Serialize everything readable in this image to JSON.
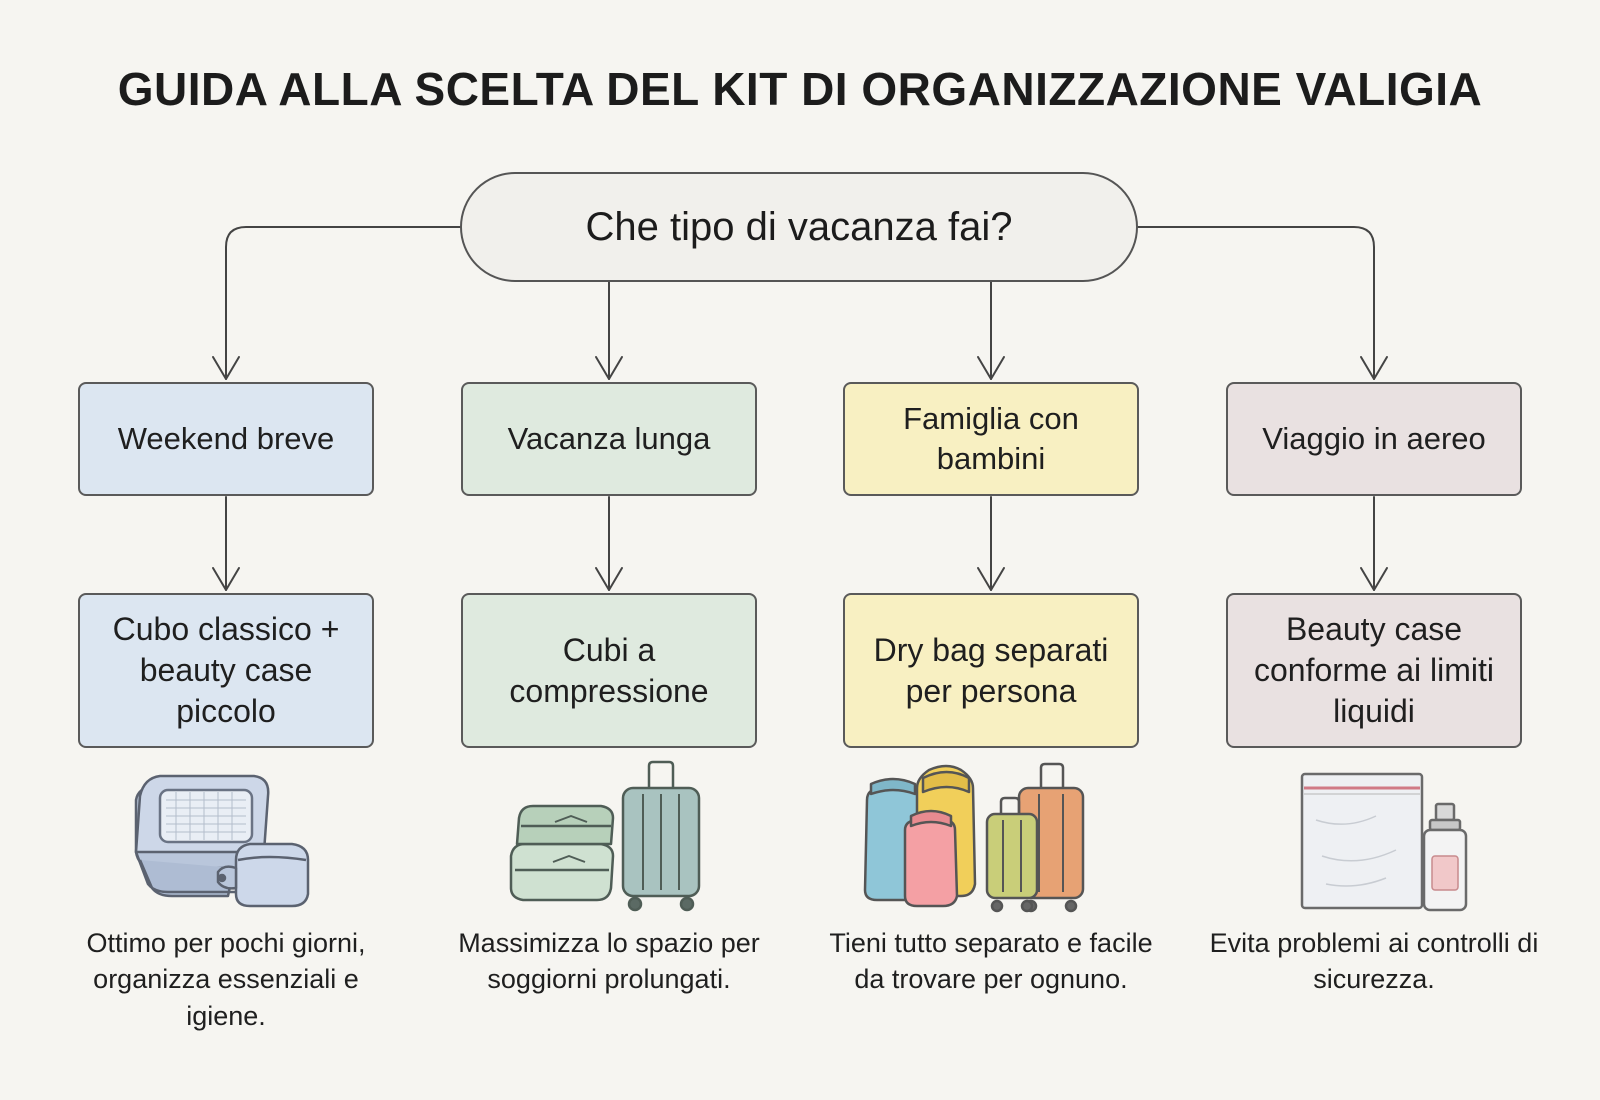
{
  "title": "GUIDA ALLA SCELTA DEL KIT DI ORGANIZZAZIONE VALIGIA",
  "question": "Che tipo di vacanza fai?",
  "branches": [
    {
      "category": "Weekend breve",
      "recommendation": "Cubo classico + beauty case piccolo",
      "description": "Ottimo per pochi giorni, organizza essenziali e igiene.",
      "illustration": "packing-cube-and-toiletry-bag",
      "color": "#dce6f1"
    },
    {
      "category": "Vacanza lunga",
      "recommendation": "Cubi a compressione",
      "description": "Massimizza lo spazio per soggiorni prolungati.",
      "illustration": "compression-cubes-and-suitcase",
      "color": "#dfeadf"
    },
    {
      "category": "Famiglia con bambini",
      "recommendation": "Dry bag separati per persona",
      "description": "Tieni tutto separato e facile da trovare per ognuno.",
      "illustration": "dry-bags-and-suitcases",
      "color": "#f8f0c2"
    },
    {
      "category": "Viaggio in aereo",
      "recommendation": "Beauty case conforme ai limiti liquidi",
      "description": "Evita problemi ai controlli di sicurezza.",
      "illustration": "clear-liquids-bag-and-bottle",
      "color": "#e9e1e1"
    }
  ]
}
